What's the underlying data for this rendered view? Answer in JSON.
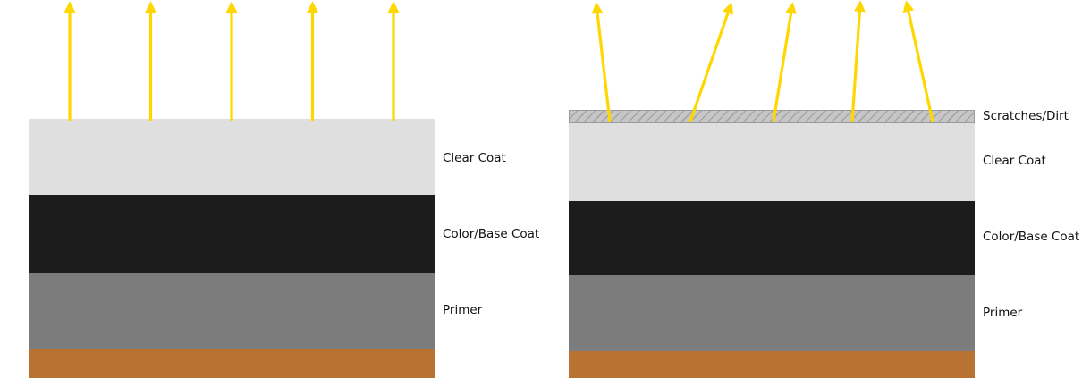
{
  "diagram": {
    "type": "paint-layer-cross-section",
    "panel_count": 2
  },
  "colors": {
    "background": "#ffffff",
    "arrow": "#ffd700",
    "clear_coat": "#dfdfdf",
    "color_base_coat": "#1c1c1c",
    "primer": "#7c7c7c",
    "substrate": "#b87333",
    "scratch_layer_base": "#c6c6c6",
    "scratch_layer_hatch": "#a5a5a5",
    "scratch_layer_border": "#9a9a9a",
    "label_text": "#111111"
  },
  "left_panel": {
    "arrow_count": 5,
    "arrow_style": "parallel-vertical",
    "labels": [
      {
        "text": "Clear Coat"
      },
      {
        "text": "Color/Base Coat"
      },
      {
        "text": "Primer"
      }
    ]
  },
  "right_panel": {
    "arrow_count": 5,
    "arrow_style": "scattered-angled",
    "labels": [
      {
        "text": "Scratches/Dirt"
      },
      {
        "text": "Clear Coat"
      },
      {
        "text": "Color/Base Coat"
      },
      {
        "text": "Primer"
      }
    ]
  }
}
